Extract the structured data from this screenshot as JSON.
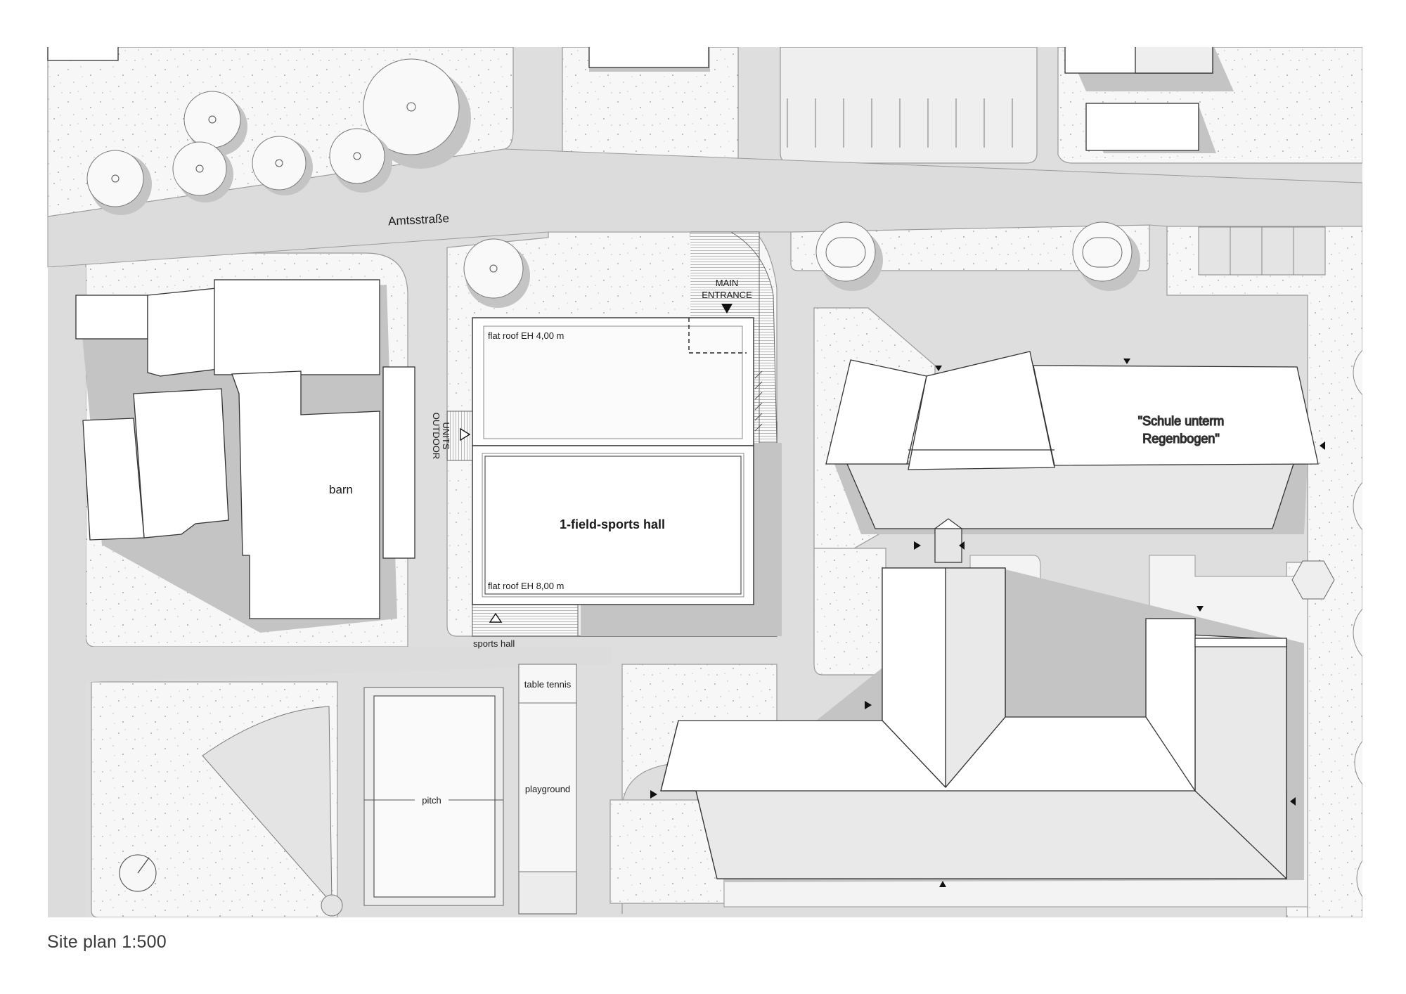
{
  "caption": "Site plan 1:500",
  "labels": {
    "street": "Amtsstraße",
    "main_entrance_line1": "MAIN",
    "main_entrance_line2": "ENTRANCE",
    "flat_roof_low": "flat roof EH 4,00 m",
    "flat_roof_high": "flat roof EH 8,00 m",
    "sports_hall": "1-field-sports hall",
    "sports_hall_entry": "sports hall",
    "outdoor_units_line1": "OUTDOOR",
    "outdoor_units_line2": "UNITS",
    "barn": "barn",
    "school_line1": "\"Schule unterm",
    "school_line2": "Regenbogen\"",
    "table_tennis": "table tennis",
    "playground": "playground",
    "pitch": "pitch"
  },
  "colors": {
    "paper": "#ffffff",
    "ground": "#f6f6f6",
    "road": "#dedede",
    "roof": "#ffffff",
    "roof_shaded": "#e9e9e9",
    "shadow": "#c4c4c4",
    "line": "#3a3a3a"
  }
}
